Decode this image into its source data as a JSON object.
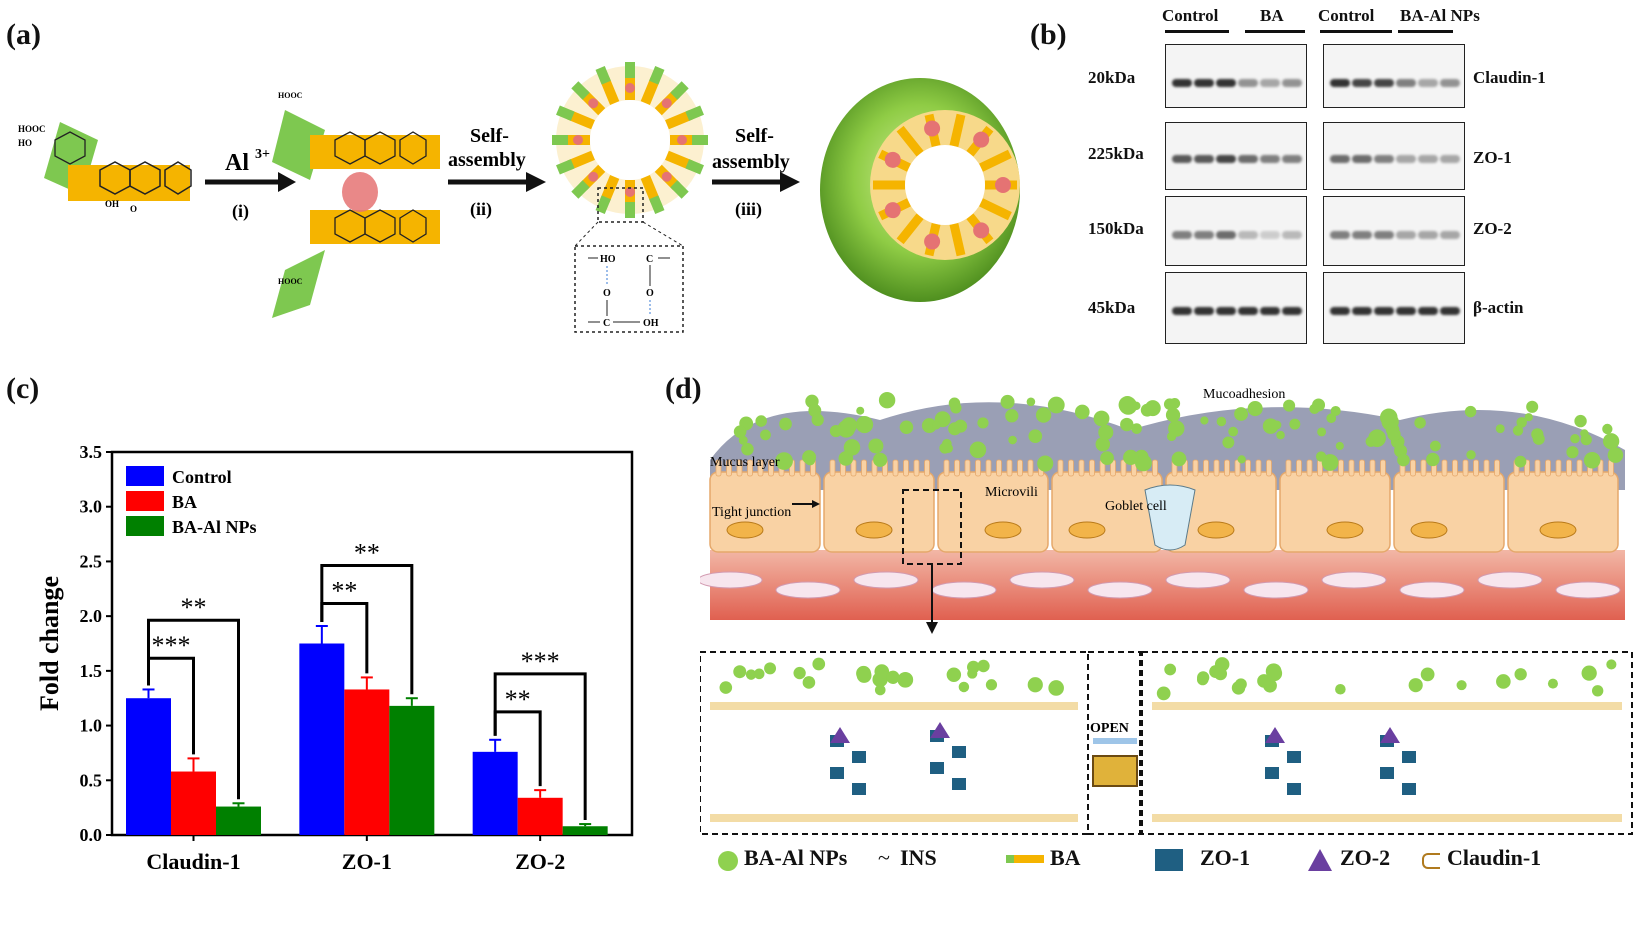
{
  "panels": {
    "a": "(a)",
    "b": "(b)",
    "c": "(c)",
    "d": "(d)"
  },
  "panel_a": {
    "ion": "Al",
    "ion_charge": "3+",
    "step1": "(i)",
    "step2_line1": "Self-",
    "step2_line2": "assembly",
    "step2_num": "(ii)",
    "step3_line1": "Self-",
    "step3_line2": "assembly",
    "step3_num": "(iii)",
    "hbond": {
      "ho": "HO",
      "c_top": "C",
      "o1": "O",
      "o2": "O",
      "c_bot": "C",
      "oh": "OH"
    },
    "struct_labels": {
      "hooc": "HOOC",
      "ho": "HO",
      "oh": "OH",
      "o": "O"
    }
  },
  "panel_b": {
    "groups": [
      "Control",
      "BA",
      "Control",
      "BA-Al NPs"
    ],
    "weights": [
      "20kDa",
      "225kDa",
      "150kDa",
      "45kDa"
    ],
    "proteins": [
      "Claudin-1",
      "ZO-1",
      "ZO-2",
      "β-actin"
    ]
  },
  "panel_d": {
    "mucoadhesion": "Mucoadhesion",
    "mucus_layer": "Mucus layer",
    "microvili": "Microvili",
    "goblet_cell": "Goblet cell",
    "tight_junction": "Tight junction",
    "open": "OPEN",
    "legend": [
      {
        "label": "BA-Al NPs",
        "icon": "green-sphere-icon"
      },
      {
        "label": "INS",
        "icon": "tilde-line-icon"
      },
      {
        "label": "BA",
        "icon": "ba-molecule-icon"
      },
      {
        "label": "ZO-1",
        "icon": "blue-square-icon"
      },
      {
        "label": "ZO-2",
        "icon": "purple-triangle-icon"
      },
      {
        "label": "Claudin-1",
        "icon": "bracket-icon"
      }
    ]
  },
  "chart_data": {
    "type": "bar",
    "categories": [
      "Claudin-1",
      "ZO-1",
      "ZO-2"
    ],
    "ylabel": "Fold change",
    "ylim": [
      0,
      3.5
    ],
    "yticks": [
      "0.0",
      "0.5",
      "1.0",
      "1.5",
      "2.0",
      "2.5",
      "3.0",
      "3.5"
    ],
    "legend_position": "top-left",
    "series": [
      {
        "name": "Control",
        "color": "#0000ff",
        "values": [
          1.25,
          1.75,
          0.76
        ],
        "errors": [
          0.08,
          0.16,
          0.11
        ]
      },
      {
        "name": "BA",
        "color": "#ff0000",
        "values": [
          0.58,
          1.33,
          0.34
        ],
        "errors": [
          0.12,
          0.11,
          0.07
        ]
      },
      {
        "name": "BA-Al NPs",
        "color": "#008000",
        "values": [
          0.26,
          1.18,
          0.08
        ],
        "errors": [
          0.03,
          0.07,
          0.02
        ]
      }
    ],
    "significance": [
      {
        "group": "Claudin-1",
        "pair": [
          "Control",
          "BA"
        ],
        "label": "***"
      },
      {
        "group": "Claudin-1",
        "pair": [
          "Control",
          "BA-Al NPs"
        ],
        "label": "**"
      },
      {
        "group": "ZO-1",
        "pair": [
          "Control",
          "BA"
        ],
        "label": "**"
      },
      {
        "group": "ZO-1",
        "pair": [
          "Control",
          "BA-Al NPs"
        ],
        "label": "**"
      },
      {
        "group": "ZO-2",
        "pair": [
          "Control",
          "BA"
        ],
        "label": "**"
      },
      {
        "group": "ZO-2",
        "pair": [
          "Control",
          "BA-Al NPs"
        ],
        "label": "***"
      }
    ]
  }
}
